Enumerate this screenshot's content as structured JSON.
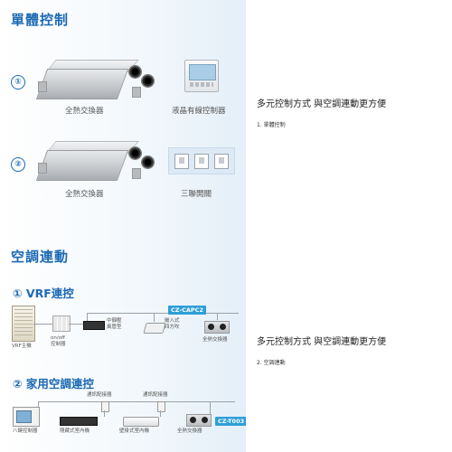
{
  "section1": {
    "title": "單體控制",
    "row1": {
      "num": "①",
      "unit_label": "全熱交換器",
      "controller_label": "液晶有線控制器"
    },
    "row2": {
      "num": "②",
      "unit_label": "全熱交換器",
      "controller_label": "三聯開關"
    }
  },
  "section2": {
    "title": "空調連動",
    "vrf": {
      "title": "① VRF連控",
      "tag": "CZ-CAPC2",
      "outdoor_label": "VRF主機",
      "onoff_label": "on/off\n控制器",
      "ceiling_label": "中靜壓\n風管型",
      "cassette_label": "嵌入式\n四方吹",
      "unit_label": "全熱交換器"
    },
    "home": {
      "title": "② 家用空調連控",
      "tag": "CZ-T003",
      "adapter1_label": "通訊配接器",
      "adapter2_label": "通訊配接器",
      "controller_label": "八鍵控制器",
      "duct_label": "隱藏式室內機",
      "wall_label": "壁掛式室內機",
      "unit_label": "全熱交換器"
    }
  },
  "right": {
    "block1": {
      "heading": "多元控制方式 與空調連動更方便",
      "note": "1. 單體控制"
    },
    "block2": {
      "heading": "多元控制方式 與空調連動更方便",
      "note": "2. 空調連動"
    }
  },
  "colors": {
    "accent": "#1b69b3",
    "tag": "#2f9fd8"
  }
}
